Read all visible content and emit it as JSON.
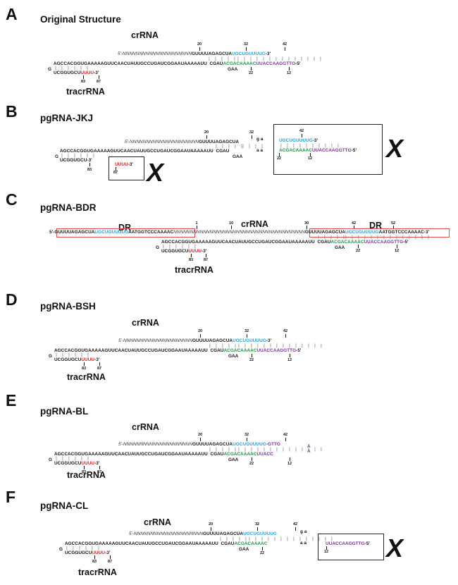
{
  "colors": {
    "repeat_blue": "#1aa3e0",
    "antirepeat_green": "#13963e",
    "purple_segment": "#7b2d96",
    "terminator_red": "#e21b1b",
    "dr_box": "#e05050"
  },
  "common": {
    "crRNA_label": "crRNA",
    "tracrRNA_label": "tracrRNA",
    "spacer_5prime": "5'-NNNNNNNNNNNNNNNNNNNNN",
    "repeat_black": "GUUUUAGAGCUA",
    "repeat_blue": "UGCUGUUUUG",
    "end_3prime": "-3'",
    "end_5prime": "-5'",
    "tracr_top_black": "AGCCACGGUGAAAAAGUUCAACUAUUGCCUGAUCGGAAUAAAAAUU",
    "tracr_cgau": "CGAU",
    "tracr_green": "ACGACAAAAC",
    "tracr_purple": "UUACCAAGGTTG",
    "loop_g": "G",
    "tracr_bottom_black": "UCGGUGCU",
    "tracr_terminator": "UUUU",
    "gaa": "GAA",
    "pairs_left": "| | | | | |",
    "pairs_mid": "| | | | |",
    "pairs_right": "| | | | | | | | | | | | | |",
    "num_20": "20",
    "num_32": "32",
    "num_42": "42",
    "num_22": "22",
    "num_12": "12",
    "num_83": "83",
    "num_87": "87",
    "x_mark": "X"
  },
  "panels": {
    "A": {
      "letter": "A",
      "title": "Original Structure"
    },
    "B": {
      "letter": "B",
      "title": "pgRNA-JKJ",
      "tetraloop_top": "g a",
      "tetraloop_bottom": "a a",
      "bottom_short": "UCGGUGCU",
      "bottom_end": "-3'",
      "removed_terminator": "UUUU",
      "pairs_box": "| | | | | | | | | |"
    },
    "C": {
      "letter": "C",
      "title": "pgRNA-BDR",
      "dr_label": "DR",
      "dr_left_black1": "GUUUUAGAGCUA",
      "dr_left_blue": "UGCUGUUUUG",
      "dr_left_black2": "AATGGTCCCAAAAC",
      "spacer": "NNNNNNNNNNNNNNNNNNNNNNNNNNNNNNNNNNNNNNNN",
      "prefix": "5'-",
      "num_1": "1",
      "num_10": "10",
      "num_30": "30",
      "num_42": "42",
      "num_52": "52"
    },
    "D": {
      "letter": "D",
      "title": "pgRNA-BSH"
    },
    "E": {
      "letter": "E",
      "title": "pgRNA-BL",
      "loop_top": "-GTTG",
      "loop_a1": "A",
      "loop_a2": "A",
      "loop_bottom": "UUACC"
    },
    "F": {
      "letter": "F",
      "title": "pgRNA-CL",
      "tetraloop_top": "g a",
      "tetraloop_bottom": "a a",
      "removed_segment": "UUACCAAGGTTG"
    }
  }
}
